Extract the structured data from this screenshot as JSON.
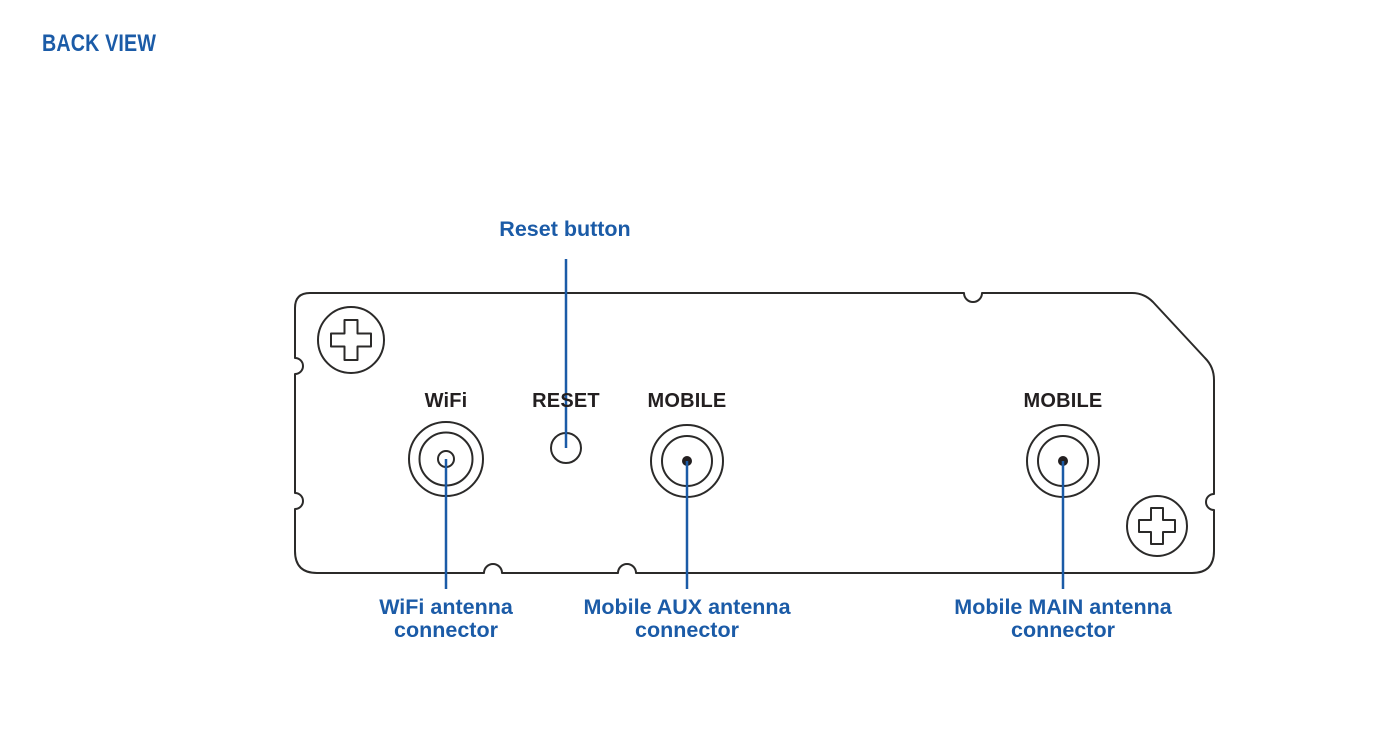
{
  "title": "BACK VIEW",
  "colors": {
    "accent_blue": "#1b5ba7",
    "outline_dark": "#2b2a29",
    "port_label_dark": "#231f20",
    "background": "#ffffff"
  },
  "diagram": {
    "port_labels": {
      "wifi": "WiFi",
      "reset": "RESET",
      "mobile_aux": "MOBILE",
      "mobile_main": "MOBILE"
    },
    "annotations": {
      "reset_button": "Reset button",
      "wifi_connector": {
        "line1": "WiFi antenna",
        "line2": "connector"
      },
      "mobile_aux_connector": {
        "line1": "Mobile AUX antenna",
        "line2": "connector"
      },
      "mobile_main_connector": {
        "line1": "Mobile MAIN antenna",
        "line2": "connector"
      }
    }
  }
}
